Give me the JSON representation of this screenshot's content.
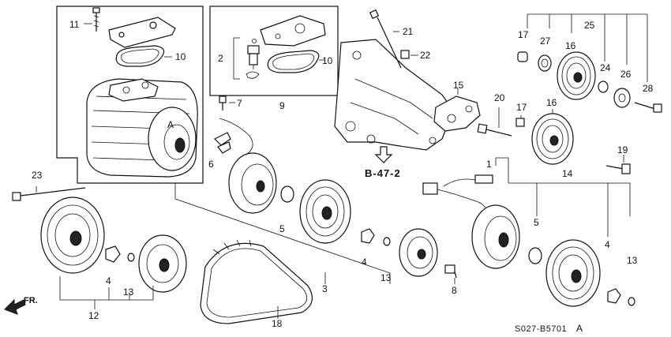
{
  "parts": [
    {
      "id": "p1",
      "number": "1"
    },
    {
      "id": "p2",
      "number": "2"
    },
    {
      "id": "p3",
      "number": "3"
    },
    {
      "id": "p4a",
      "number": "4"
    },
    {
      "id": "p4b",
      "number": "4"
    },
    {
      "id": "p4c",
      "number": "4"
    },
    {
      "id": "p5a",
      "number": "5"
    },
    {
      "id": "p5b",
      "number": "5"
    },
    {
      "id": "p6",
      "number": "6"
    },
    {
      "id": "p7",
      "number": "7"
    },
    {
      "id": "p8",
      "number": "8"
    },
    {
      "id": "p9",
      "number": "9"
    },
    {
      "id": "p10a",
      "number": "10"
    },
    {
      "id": "p10b",
      "number": "10"
    },
    {
      "id": "p11",
      "number": "11"
    },
    {
      "id": "p12",
      "number": "12"
    },
    {
      "id": "p13a",
      "number": "13"
    },
    {
      "id": "p13b",
      "number": "13"
    },
    {
      "id": "p13c",
      "number": "13"
    },
    {
      "id": "p14",
      "number": "14"
    },
    {
      "id": "p15",
      "number": "15"
    },
    {
      "id": "p16a",
      "number": "16"
    },
    {
      "id": "p16b",
      "number": "16"
    },
    {
      "id": "p17a",
      "number": "17"
    },
    {
      "id": "p17b",
      "number": "17"
    },
    {
      "id": "p18",
      "number": "18"
    },
    {
      "id": "p19",
      "number": "19"
    },
    {
      "id": "p20",
      "number": "20"
    },
    {
      "id": "p21",
      "number": "21"
    },
    {
      "id": "p22",
      "number": "22"
    },
    {
      "id": "p23",
      "number": "23"
    },
    {
      "id": "p24",
      "number": "24"
    },
    {
      "id": "p25",
      "number": "25"
    },
    {
      "id": "p26",
      "number": "26"
    },
    {
      "id": "p27",
      "number": "27"
    },
    {
      "id": "p28",
      "number": "28"
    }
  ],
  "reference": "B-47-2",
  "diagram_code": "S027-B5701",
  "revision": "A",
  "direction": "FR.",
  "compressor_mark": "A"
}
